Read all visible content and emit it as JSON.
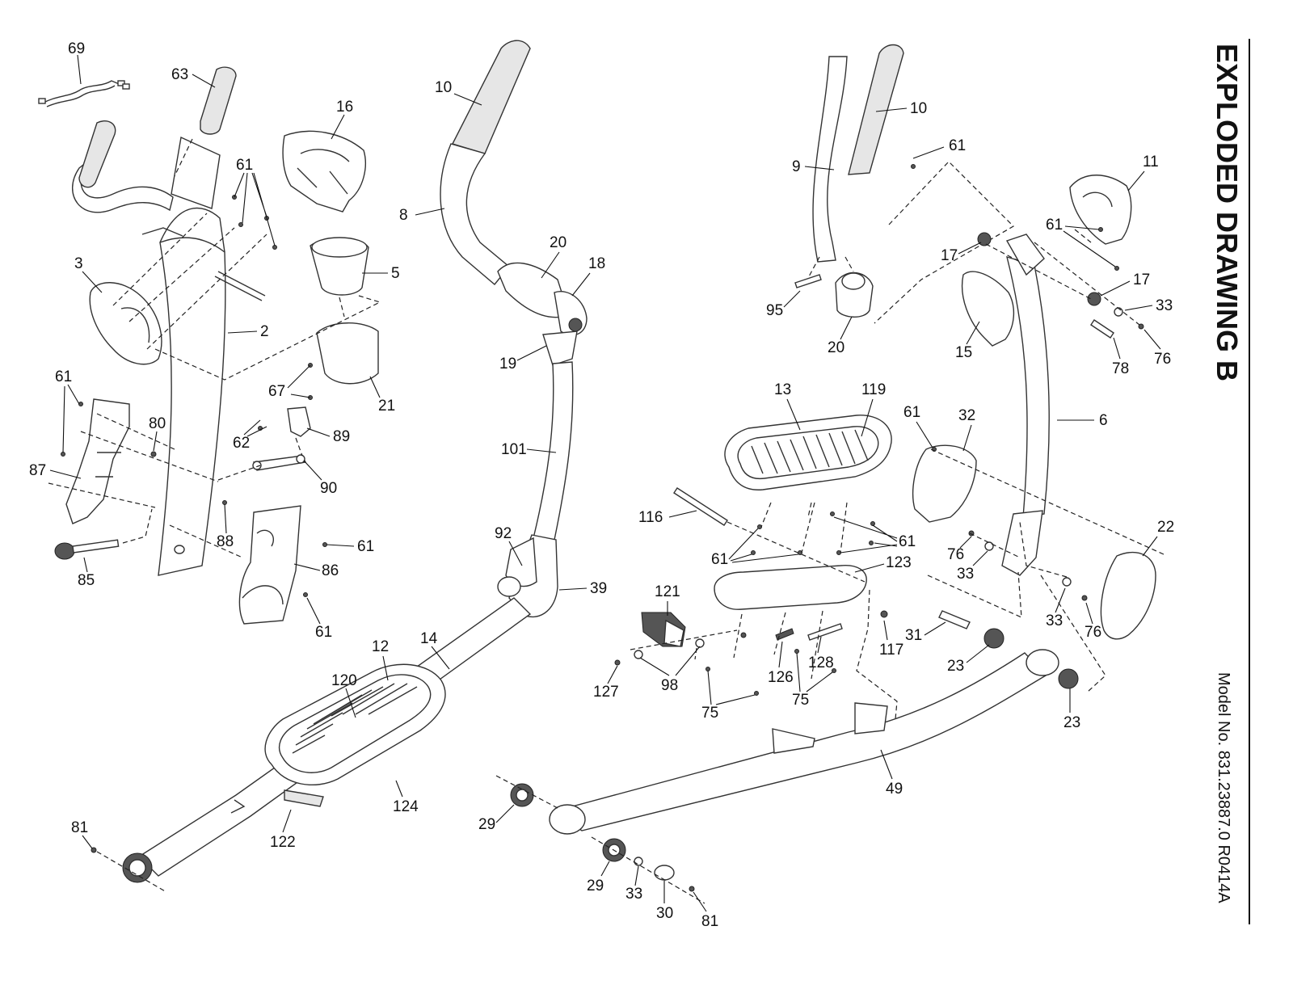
{
  "title": "EXPLODED DRAWING B",
  "model": "Model No. 831.23887.0 R0414A",
  "labels": {
    "l69": "69",
    "l63": "63",
    "l16": "16",
    "l61a": "61",
    "l3": "3",
    "l5": "5",
    "l2": "2",
    "l61b": "61",
    "l80": "80",
    "l67": "67",
    "l21": "21",
    "l62": "62",
    "l89": "89",
    "l87": "87",
    "l90": "90",
    "l88": "88",
    "l61c": "61",
    "l86": "86",
    "l85": "85",
    "l61d": "61",
    "l10a": "10",
    "l8": "8",
    "l20a": "20",
    "l18": "18",
    "l19": "19",
    "l101": "101",
    "l92": "92",
    "l39": "39",
    "l14": "14",
    "l12": "12",
    "l120": "120",
    "l124": "124",
    "l81a": "81",
    "l122": "122",
    "l10b": "10",
    "l61e": "61",
    "l9": "9",
    "l95": "95",
    "l20b": "20",
    "l11": "11",
    "l61f": "61",
    "l17a": "17",
    "l17b": "17",
    "l33a": "33",
    "l15": "15",
    "l78": "78",
    "l76a": "76",
    "l13": "13",
    "l119": "119",
    "l61g": "61",
    "l32": "32",
    "l6": "6",
    "l116": "116",
    "l61h": "61",
    "l61i": "61",
    "l76b": "76",
    "l33b": "33",
    "l22": "22",
    "l123": "123",
    "l121": "121",
    "l117": "117",
    "l31": "31",
    "l33c": "33",
    "l76c": "76",
    "l23a": "23",
    "l127": "127",
    "l98": "98",
    "l126": "126",
    "l128": "128",
    "l75a": "75",
    "l75b": "75",
    "l23b": "23",
    "l49": "49",
    "l29a": "29",
    "l29b": "29",
    "l33d": "33",
    "l30": "30",
    "l81b": "81"
  }
}
